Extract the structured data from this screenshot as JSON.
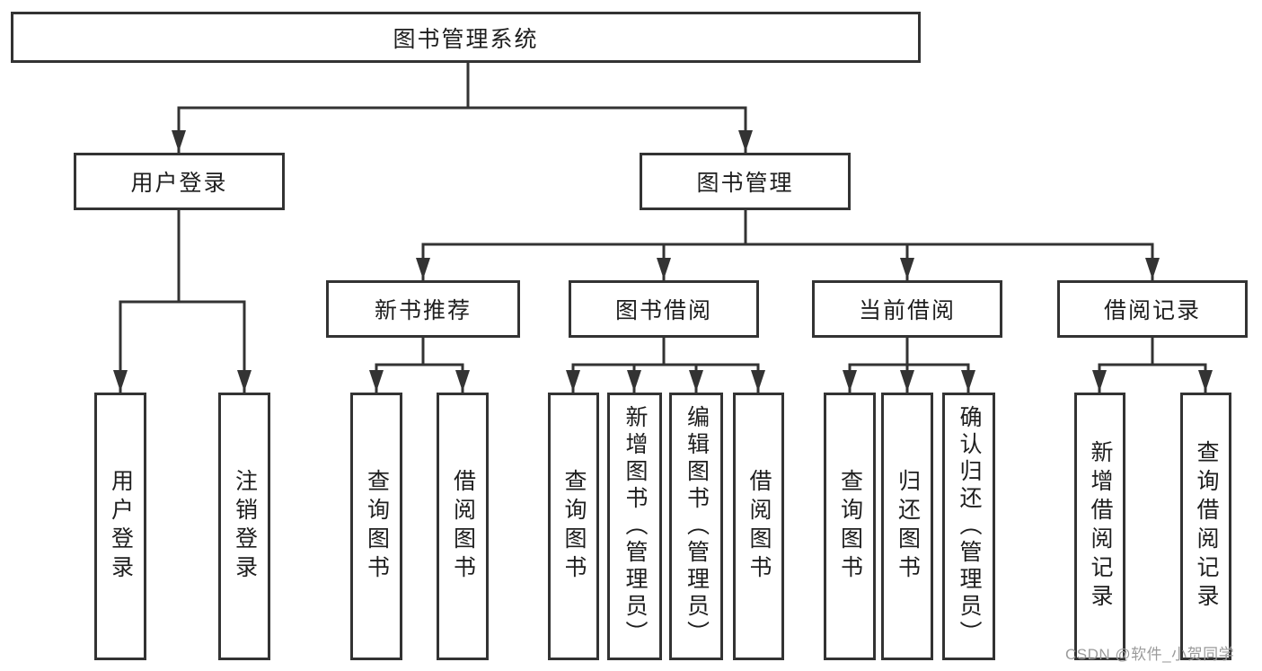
{
  "diagram": {
    "title": "图书管理系统",
    "colors": {
      "line": "#333333",
      "border": "#333333",
      "text": "#1e1e1e",
      "background": "#ffffff",
      "watermark": "#9b9b9b"
    },
    "nodes": {
      "root": {
        "label": "图书管理系统"
      },
      "level2": [
        {
          "id": "user-login",
          "label": "用户登录"
        },
        {
          "id": "book-management",
          "label": "图书管理"
        }
      ],
      "level3": [
        {
          "id": "new-book-recommend",
          "label": "新书推荐",
          "parent": "book-management"
        },
        {
          "id": "book-borrow",
          "label": "图书借阅",
          "parent": "book-management"
        },
        {
          "id": "current-borrow",
          "label": "当前借阅",
          "parent": "book-management"
        },
        {
          "id": "borrow-records",
          "label": "借阅记录",
          "parent": "book-management"
        }
      ],
      "leaves": [
        {
          "label": "用户登录",
          "parent": "user-login"
        },
        {
          "label": "注销登录",
          "parent": "user-login"
        },
        {
          "label": "查询图书",
          "parent": "new-book-recommend"
        },
        {
          "label": "借阅图书",
          "parent": "new-book-recommend"
        },
        {
          "label": "查询图书",
          "parent": "book-borrow"
        },
        {
          "label": "新增图书（管理员）",
          "parent": "book-borrow"
        },
        {
          "label": "编辑图书（管理员）",
          "parent": "book-borrow"
        },
        {
          "label": "借阅图书",
          "parent": "book-borrow"
        },
        {
          "label": "查询图书",
          "parent": "current-borrow"
        },
        {
          "label": "归还图书",
          "parent": "current-borrow"
        },
        {
          "label": "确认归还（管理员）",
          "parent": "current-borrow"
        },
        {
          "label": "新增借阅记录",
          "parent": "borrow-records"
        },
        {
          "label": "查询借阅记录",
          "parent": "borrow-records"
        }
      ]
    },
    "watermark": {
      "text": "CSDN @软件_小贺同学"
    }
  }
}
